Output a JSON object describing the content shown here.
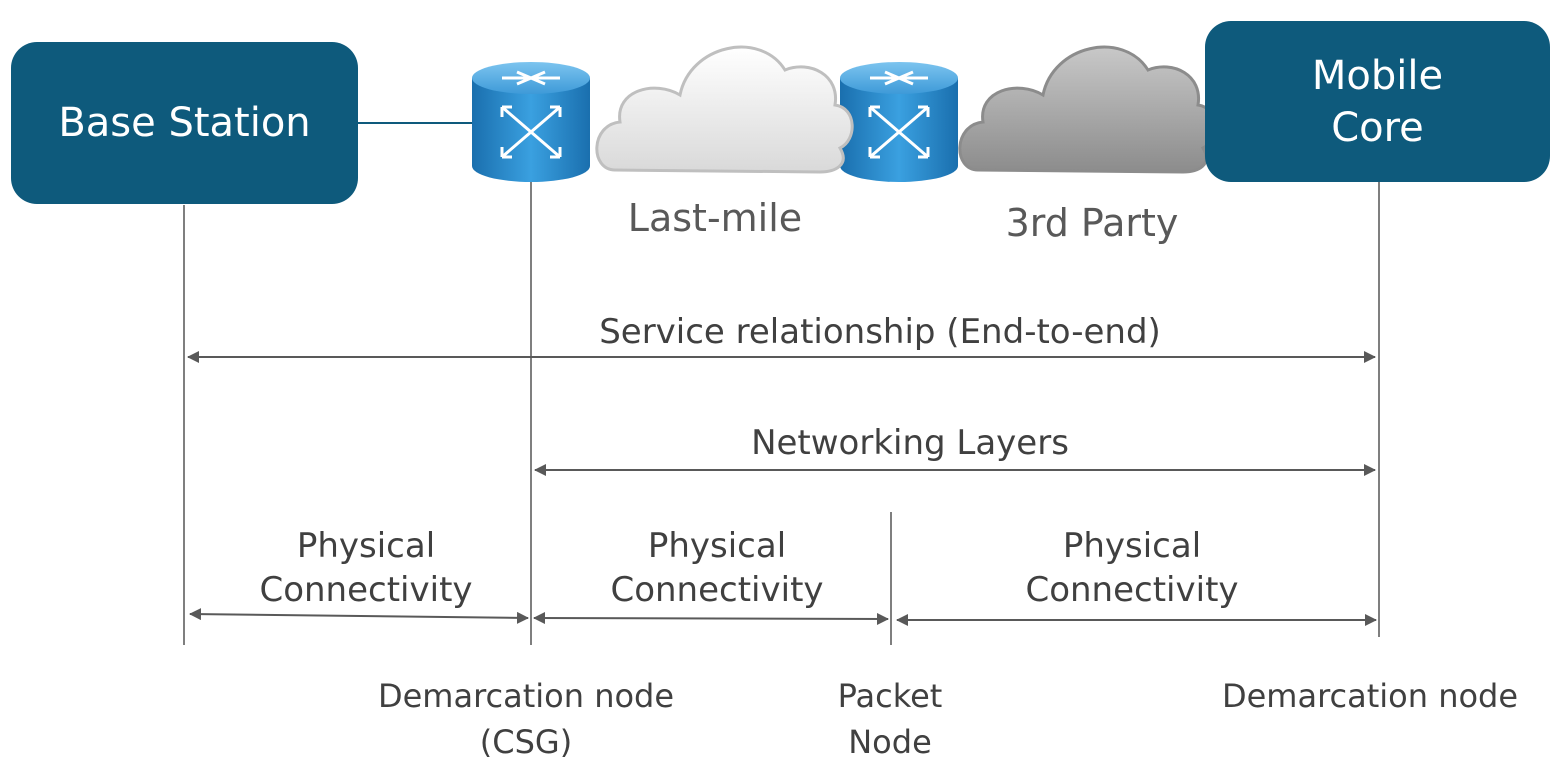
{
  "nodes": {
    "base_station": "Base Station",
    "mobile_core_line1": "Mobile",
    "mobile_core_line2": "Core"
  },
  "clouds": {
    "last_mile": "Last-mile",
    "third_party": "3rd Party"
  },
  "relationships": {
    "service": "Service relationship (End-to-end)",
    "networking": "Networking Layers",
    "physical": [
      {
        "line1": "Physical",
        "line2": "Connectivity"
      },
      {
        "line1": "Physical",
        "line2": "Connectivity"
      },
      {
        "line1": "Physical",
        "line2": "Connectivity"
      }
    ]
  },
  "demarcations": {
    "csg_line1": "Demarcation node",
    "csg_line2": "(CSG)",
    "packet_line1": "Packet",
    "packet_line2": "Node",
    "core": "Demarcation node"
  },
  "colors": {
    "node_fill": "#0e5a7c",
    "router_blue": "#2a8fd0",
    "cloud_light": "#f2f2f2",
    "cloud_dark": "#a6a6a6",
    "line": "#595959"
  },
  "icons": [
    "router-icon",
    "cloud-icon"
  ]
}
